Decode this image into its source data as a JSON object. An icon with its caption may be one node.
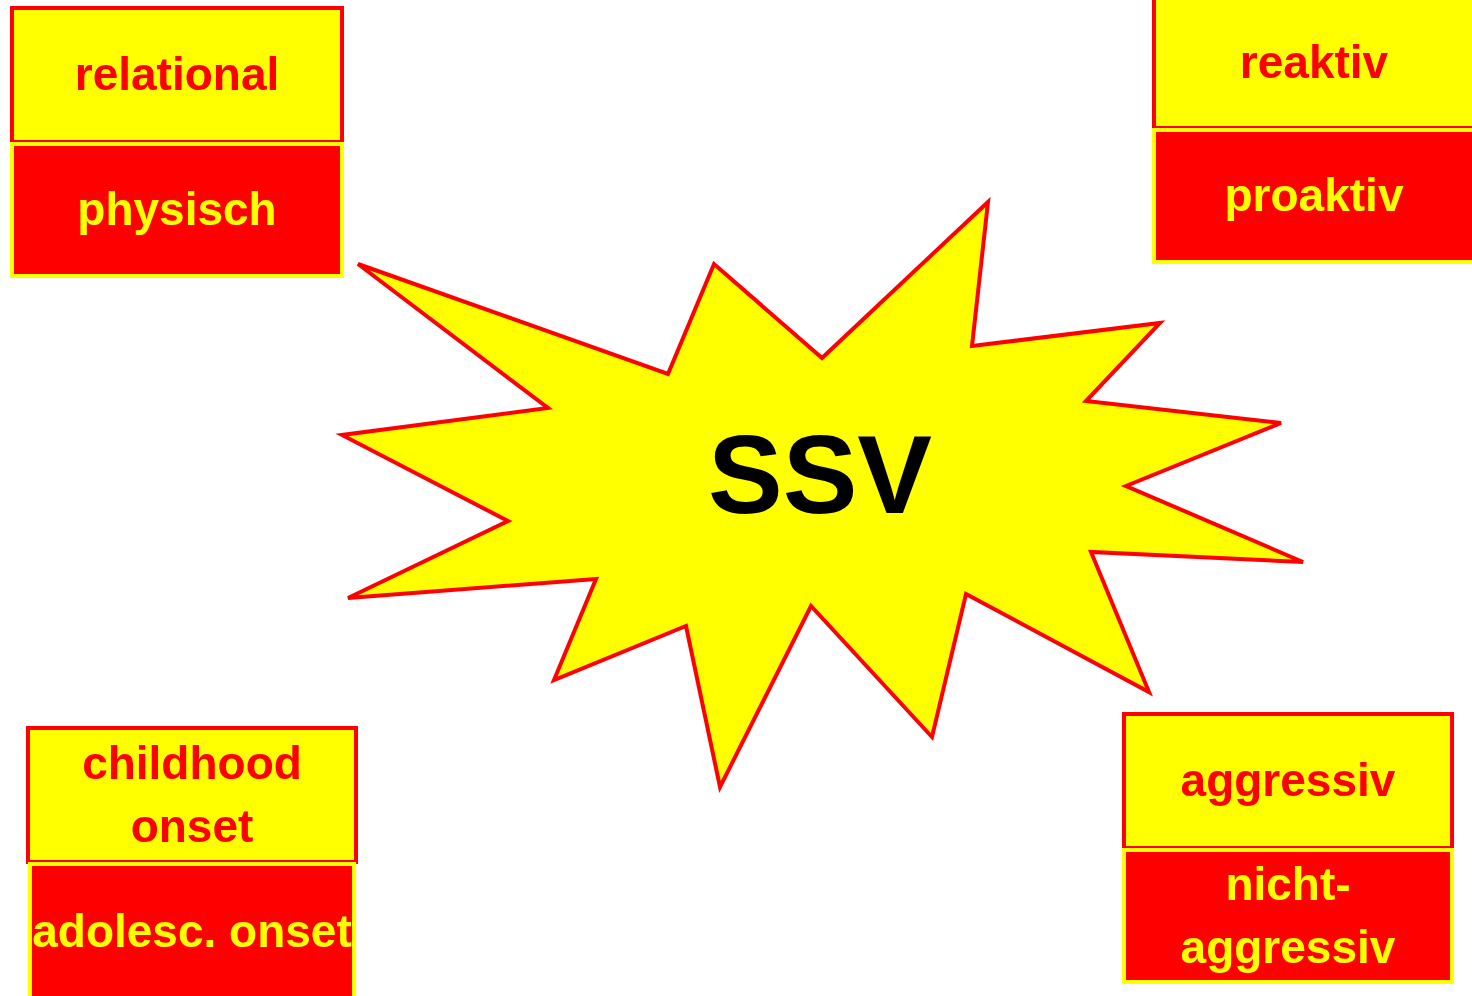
{
  "diagram": {
    "nodes": [
      {
        "text": [
          "relational"
        ]
      },
      {
        "text": [
          "physisch"
        ]
      },
      {
        "text": [
          "reaktiv"
        ]
      },
      {
        "text": [
          "proaktiv"
        ]
      },
      {
        "text": [
          "SSV"
        ]
      },
      {
        "text": [
          "childhood onset"
        ]
      },
      {
        "text": [
          "adolesc. onset"
        ]
      },
      {
        "text": [
          "aggressiv"
        ]
      },
      {
        "text": [
          "nicht-aggressiv"
        ]
      }
    ]
  }
}
